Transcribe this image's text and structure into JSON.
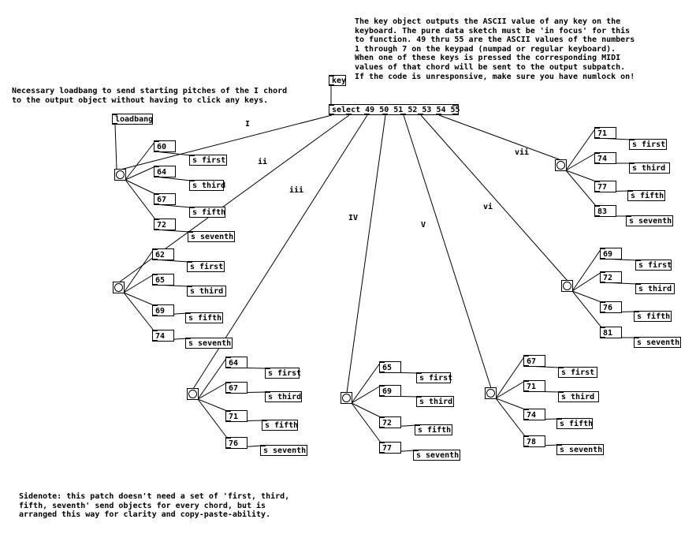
{
  "comments": {
    "top_right": "The key object outputs the ASCII value of any key on the\nkeyboard. The pure data sketch must be 'in focus' for this\nto function. 49 thru 55 are the ASCII values of the numbers\n1 through 7 on the keypad (numpad or regular keyboard).\nWhen one of these keys is pressed the corresponding MIDI\nvalues of that chord will be sent to the output subpatch.\nIf the code is unresponsive, make sure you have numlock on!",
    "loadbang_note": "Necessary loadbang to send starting pitches of the I chord\nto the output object without having to click any keys.",
    "sidenote": "Sidenote: this patch doesn't need a set of 'first, third,\nfifth, seventh' send objects for every chord, but is\narranged this way for clarity and copy-paste-ability."
  },
  "objects": {
    "key": "key",
    "select": "select 49 50 51 52 53 54 55",
    "loadbang": "loadbang"
  },
  "chords": [
    {
      "numeral": "I",
      "notes": [
        "60",
        "64",
        "67",
        "72"
      ]
    },
    {
      "numeral": "ii",
      "notes": [
        "62",
        "65",
        "69",
        "74"
      ]
    },
    {
      "numeral": "iii",
      "notes": [
        "64",
        "67",
        "71",
        "76"
      ]
    },
    {
      "numeral": "IV",
      "notes": [
        "65",
        "69",
        "72",
        "77"
      ]
    },
    {
      "numeral": "V",
      "notes": [
        "67",
        "71",
        "74",
        "78"
      ]
    },
    {
      "numeral": "vi",
      "notes": [
        "69",
        "72",
        "76",
        "81"
      ]
    },
    {
      "numeral": "vii",
      "notes": [
        "71",
        "74",
        "77",
        "83"
      ]
    }
  ],
  "sends": [
    "s first",
    "s third",
    "s fifth",
    "s seventh"
  ]
}
